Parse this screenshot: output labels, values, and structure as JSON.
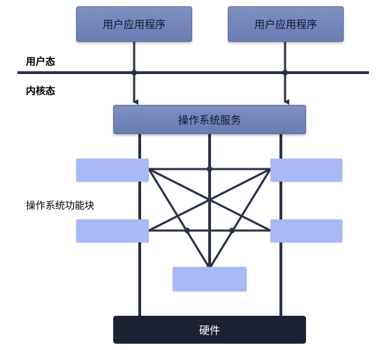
{
  "app_boxes": [
    {
      "label": "用户应用程序"
    },
    {
      "label": "用户应用程序"
    }
  ],
  "modes": {
    "user": "用户态",
    "kernel": "内核态"
  },
  "service_box": {
    "label": "操作系统服务"
  },
  "function_label": "操作系统功能块",
  "hardware_box": {
    "label": "硬件"
  },
  "colors": {
    "app_box": "#7384b8",
    "service_box": "#7384b8",
    "function_box": "#a8b9f5",
    "hardware_box": "#1d2233",
    "lines": "#2a3045"
  }
}
